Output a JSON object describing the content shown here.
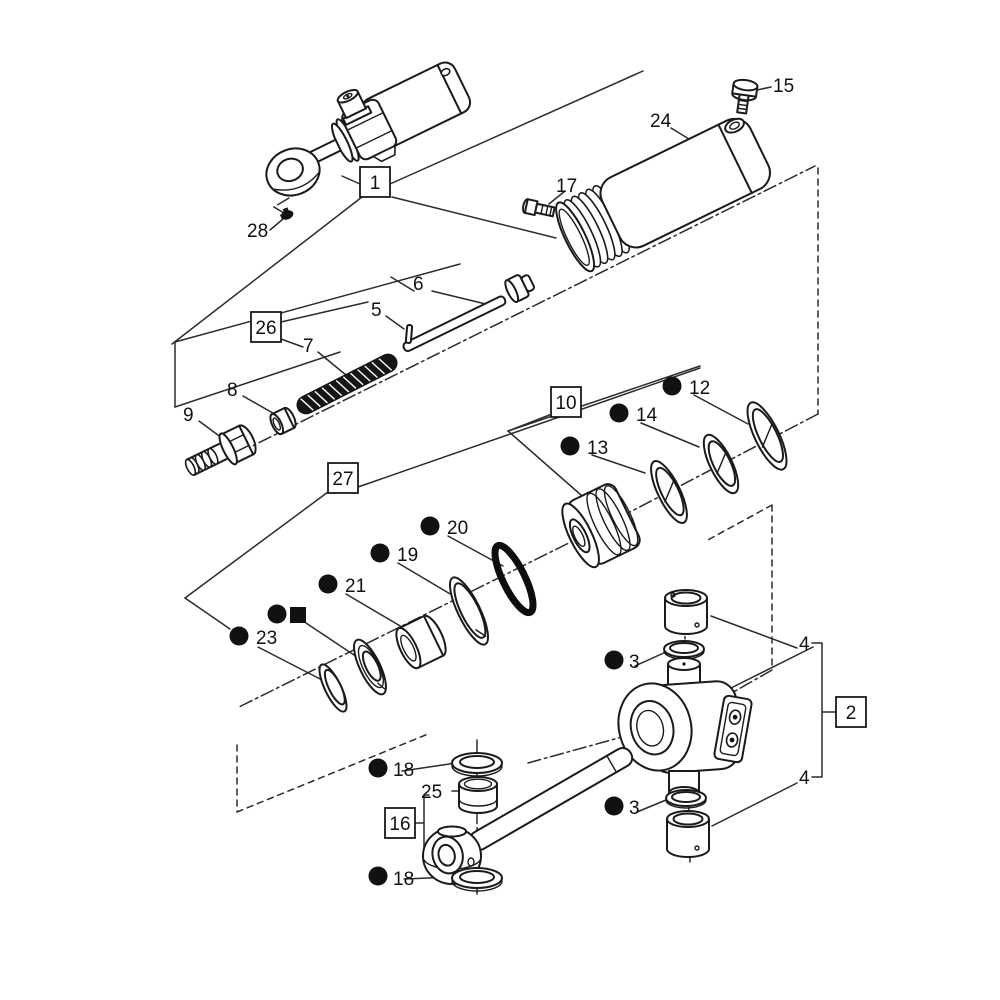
{
  "figure": {
    "kind": "exploded-parts-diagram",
    "subject": "hydraulic-cylinder-assembly"
  },
  "colors": {
    "line": "#1a1a1a",
    "background": "#ffffff",
    "marker": "#111111",
    "spring": "#161616"
  },
  "markers": {
    "bullet": "filled-circle",
    "unnumbered_part": "filled-square"
  },
  "callouts": {
    "assembly": "1",
    "trunnion_group": "2",
    "trunnion_seal_top": "3",
    "trunnion_seal_bottom": "3",
    "trunnion_bushing_top": "4",
    "trunnion_bushing_bottom": "4",
    "piston_pin": "5",
    "inner_rod": "6",
    "spring": "7",
    "nut": "8",
    "bolt": "9",
    "gland_seal_kit": "10",
    "seal_ring_12": "12",
    "seal_ring_13": "13",
    "seal_ring_14": "14",
    "plug_bolt": "15",
    "rod_eye_group": "16",
    "screw": "17",
    "eye_seal_top": "18",
    "eye_seal_bottom": "18",
    "backup_ring": "19",
    "o_ring": "20",
    "bushing_21": "21",
    "wear_ring_23": "23",
    "barrel": "24",
    "eye_bushing_25": "25",
    "rod_group_26": "26",
    "piston_group_27": "27",
    "grease_fitting": "28"
  }
}
